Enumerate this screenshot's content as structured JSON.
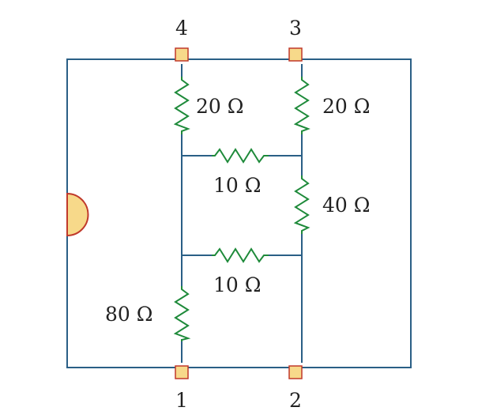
{
  "nodes": {
    "node_4": "4",
    "node_3": "3",
    "node_1": "1",
    "node_2": "2"
  },
  "resistors": {
    "r_top_left": "20 Ω",
    "r_top_right": "20 Ω",
    "r_mid_horizontal_upper": "10 Ω",
    "r_right_vertical": "40 Ω",
    "r_mid_horizontal_lower": "10 Ω",
    "r_bottom_left": "80 Ω"
  },
  "colors": {
    "wire": "#2a5f86",
    "resistor": "#1e8a3a",
    "terminal_fill": "#f7d98a",
    "terminal_border": "#c0392b"
  }
}
